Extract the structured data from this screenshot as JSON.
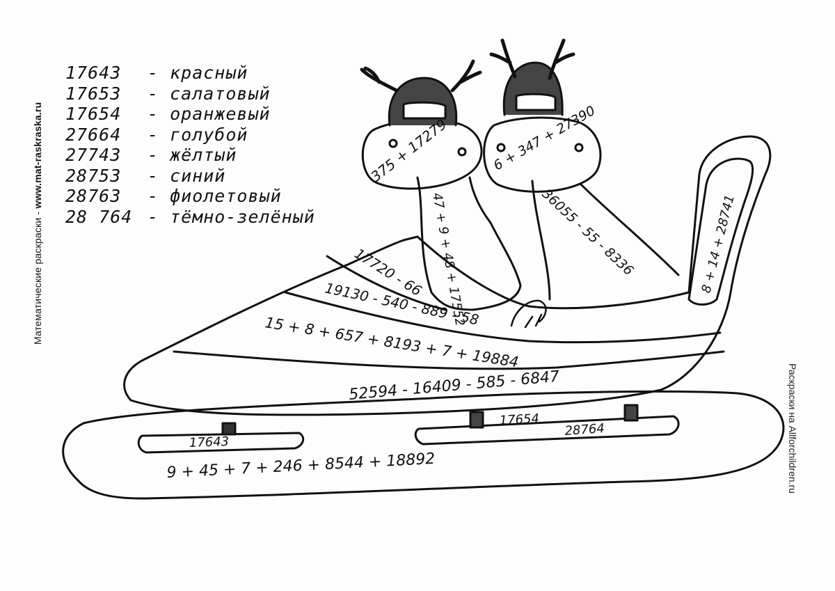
{
  "watermark_left": {
    "prefix": "Математические раскраски - ",
    "site": "www.mat-raskraska.ru"
  },
  "watermark_right": "Раскраски на Allforchildren.ru",
  "legend": [
    {
      "code": "17643",
      "color_name": "- красный"
    },
    {
      "code": "17653",
      "color_name": "- салатовый"
    },
    {
      "code": "17654",
      "color_name": "- оранжевый"
    },
    {
      "code": "27664",
      "color_name": "- голубой"
    },
    {
      "code": "27743",
      "color_name": "- жёлтый"
    },
    {
      "code": "28753",
      "color_name": "- синий"
    },
    {
      "code": "28763",
      "color_name": "- фиолетовый"
    },
    {
      "code": "28 764",
      "color_name": "- тёмно-зелёный"
    }
  ],
  "expressions": {
    "moose_left_face": "375 + 17279",
    "moose_right_face": "6 + 347 + 27390",
    "moose_left_neck": "47 + 9 + 48 + 17552",
    "moose_right_neck": "36055 - 55 - 8336",
    "sled_stripe_1": "17720 - 66",
    "sled_stripe_2": "19130 - 540 - 889 - 58",
    "sled_stripe_3": "15 + 8 + 657 + 8193 + 7 + 19884",
    "sled_body": "52594 - 16409 - 585 - 6847",
    "sled_back": "8 + 14 + 28741",
    "runner_left": "17643",
    "runner_right_1": "17654",
    "runner_right_2": "28764",
    "ice": "9 + 45 + 7 + 246 + 8544 + 18892"
  }
}
